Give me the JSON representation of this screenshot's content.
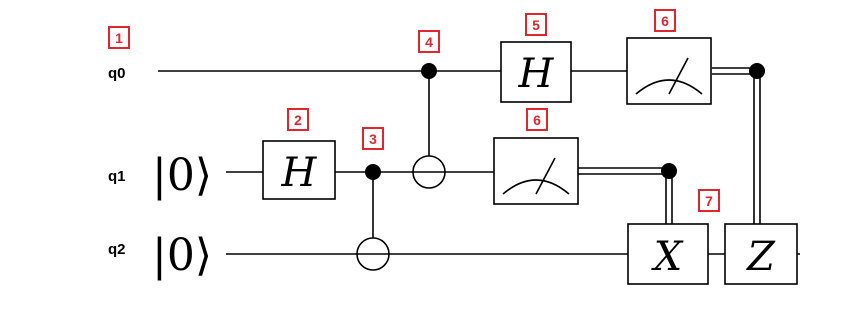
{
  "qubits": {
    "q0": "q0",
    "q1": "q1",
    "q2": "q2"
  },
  "initial_states": {
    "q1": "|0⟩",
    "q2": "|0⟩"
  },
  "gates": {
    "h_q1": "H",
    "h_q0": "H",
    "x_q2": "X",
    "z_q2": "Z"
  },
  "steps": {
    "s1": "1",
    "s2": "2",
    "s3": "3",
    "s4": "4",
    "s5": "5",
    "s6a": "6",
    "s6b": "6",
    "s7": "7"
  },
  "colors": {
    "step_marker": "#e0262e",
    "wire": "#000000"
  }
}
